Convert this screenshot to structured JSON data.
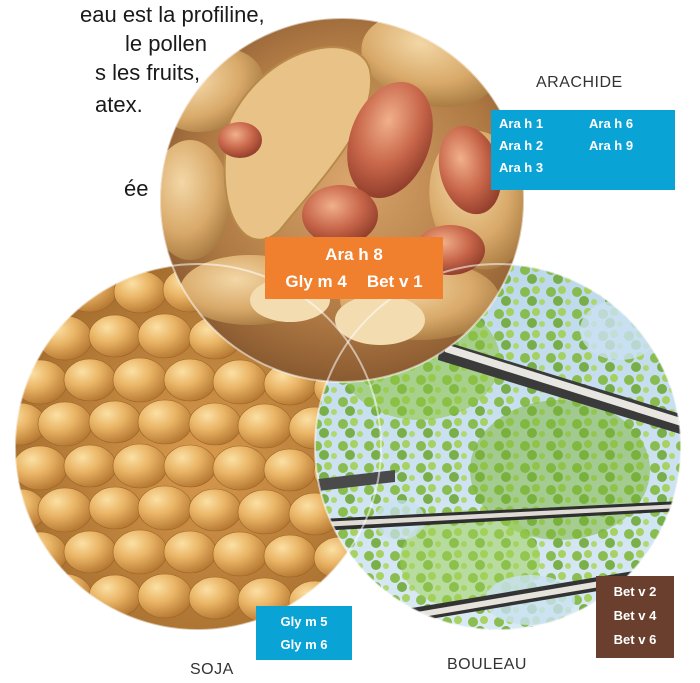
{
  "intro_text": {
    "lines": [
      "eau est la profiline,",
      "le pollen",
      "s les fruits,",
      "atex.",
      "",
      "ée"
    ]
  },
  "sets": {
    "arachide": {
      "label": "ARACHIDE",
      "allergens": [
        "Ara h 1",
        "Ara h 6",
        "Ara h 2",
        "Ara h 9",
        "Ara h 3"
      ],
      "color": "#0aa3d6"
    },
    "soja": {
      "label": "SOJA",
      "allergens": [
        "Gly m 5",
        "Gly m 6"
      ],
      "color": "#0aa3d6"
    },
    "bouleau": {
      "label": "BOULEAU",
      "allergens": [
        "Bet v 2",
        "Bet v 4",
        "Bet v 6"
      ],
      "color": "#6b3f2e"
    }
  },
  "shared": {
    "allergens": [
      "Ara h 8",
      "Gly m 4",
      "Bet v 1"
    ],
    "color": "#f07f2e"
  },
  "images": {
    "peanut": "peanuts-photo",
    "soy": "soybeans-photo",
    "birch": "birch-trees-photo"
  }
}
